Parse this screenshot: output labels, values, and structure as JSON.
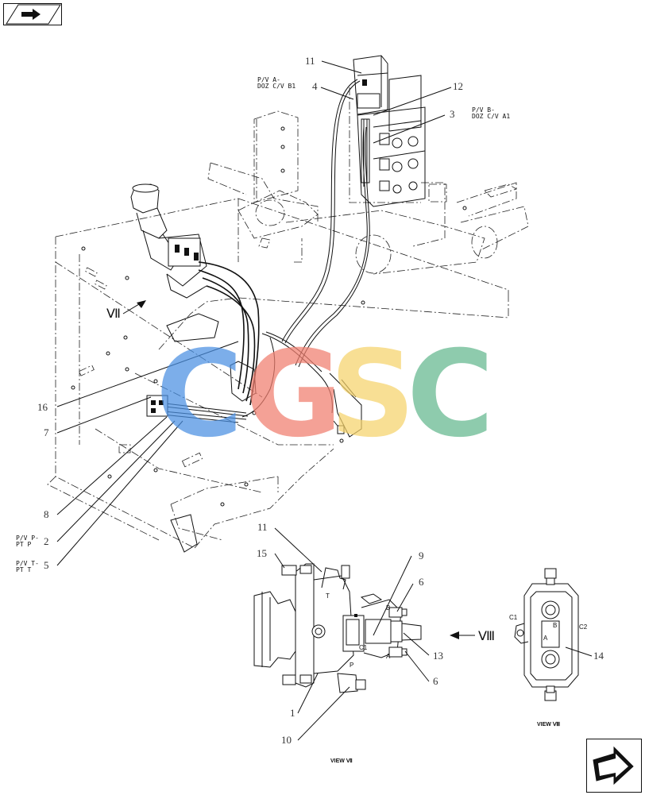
{
  "callouts": {
    "c11": "11",
    "c4": "4",
    "c12": "12",
    "c3": "3",
    "c16": "16",
    "c7": "7",
    "c8": "8",
    "c2": "2",
    "c5": "5",
    "c11b": "11",
    "c15": "15",
    "c9": "9",
    "c6a": "6",
    "c13": "13",
    "c6b": "6",
    "c1": "1",
    "c10": "10",
    "c14": "14"
  },
  "notes": {
    "pv_a_1": "P/V A-",
    "pv_a_2": "DOZ C/V B1",
    "pv_b_1": "P/V B-",
    "pv_b_2": "DOZ C/V A1",
    "pv_p_1": "P/V P-",
    "pv_p_2": "PT P",
    "pv_t_1": "P/V T-",
    "pv_t_2": "PT T"
  },
  "ports": {
    "t": "T",
    "b": "B",
    "c1": "C1",
    "a": "A",
    "p": "P",
    "vc1": "C1",
    "vb": "B",
    "va": "A",
    "vc2": "C2"
  },
  "view_refs": {
    "vii": "Ⅶ",
    "viii": "Ⅷ"
  },
  "views": {
    "view_vii": "VIEW Ⅶ",
    "view_viii": "VIEW Ⅷ"
  },
  "watermark": {
    "text": "CGSC",
    "colors": [
      "#4a90e2",
      "#f07e6e",
      "#f6d36b",
      "#63b88e"
    ]
  },
  "icons": {
    "prev": "arrow-left-icon",
    "next": "arrow-right-icon"
  }
}
